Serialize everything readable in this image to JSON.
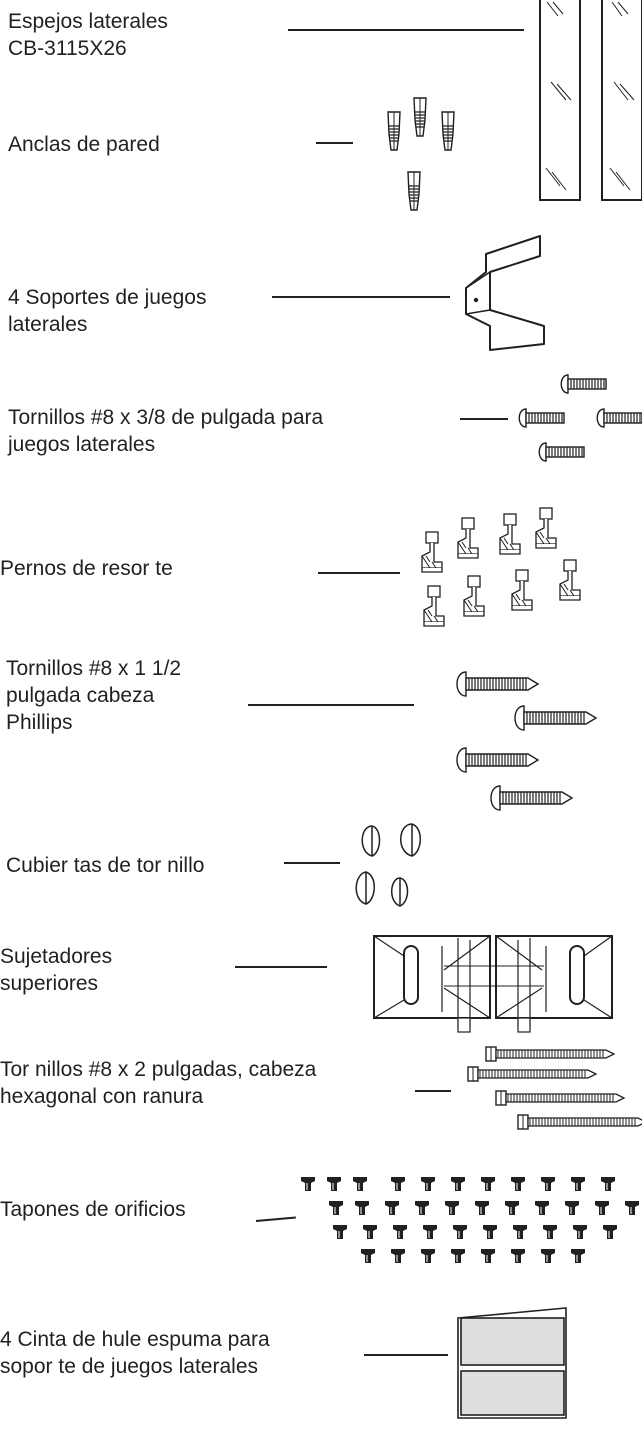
{
  "parts": [
    {
      "id": "side-mirrors",
      "label": "Espejos laterales\nCB-3115X26"
    },
    {
      "id": "wall-anchors",
      "label": "Anclas de pared"
    },
    {
      "id": "side-bracket",
      "label": "4 Soportes de juegos\nlaterales"
    },
    {
      "id": "screws-3-8",
      "label": "Tornillos #8 x 3/8 de pulgada para\njuegos laterales"
    },
    {
      "id": "spring-pins",
      "label": "Pernos de resor te"
    },
    {
      "id": "screws-phillips",
      "label": "Tornillos #8 x 1 1/2\npulgada cabeza\nPhillips"
    },
    {
      "id": "screw-covers",
      "label": "Cubier tas de tor nillo"
    },
    {
      "id": "top-clamps",
      "label": "Sujetadores\nsuperiores"
    },
    {
      "id": "screws-hex",
      "label": "Tor nillos #8 x 2 pulgadas, cabeza\nhexagonal con ranura"
    },
    {
      "id": "hole-plugs",
      "label": "Tapones de orificios"
    },
    {
      "id": "foam-tape",
      "label": "4 Cinta de hule espuma para\nsopor te de juegos laterales"
    }
  ]
}
